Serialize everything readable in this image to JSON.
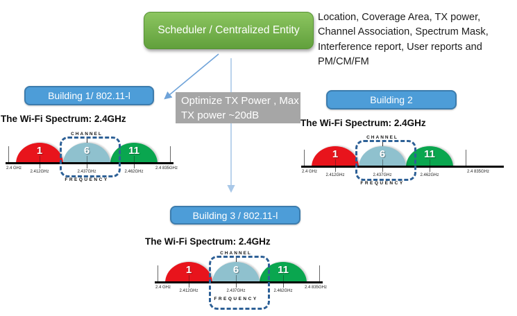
{
  "scheduler": {
    "label": "Scheduler / Centralized Entity"
  },
  "info_text": "Location, Coverage Area, TX power, Channel Association, Spectrum Mask, Interference report, User reports and PM/CM/FM",
  "optimize_box": {
    "line1": "Optimize TX Power , Max",
    "line2": "TX power ~20dB"
  },
  "buildings": [
    {
      "label": "Building 1/ 802.11-l"
    },
    {
      "label": "Building 2"
    },
    {
      "label": "Building 3 / 802.11-l"
    }
  ],
  "spectrum": {
    "title": "The Wi-Fi Spectrum: 2.4GHz",
    "channel_label": "CHANNEL",
    "frequency_label": "FREQUENCY",
    "band_start": "2.4 GHz",
    "band_end": "2.4 835GHz",
    "channels": [
      {
        "number": "1",
        "freq": "2.412GHz"
      },
      {
        "number": "6",
        "freq": "2.437GHz"
      },
      {
        "number": "11",
        "freq": "2.462GHz"
      }
    ],
    "highlighted_channel": "6"
  },
  "colors": {
    "scheduler_green_top": "#8CC560",
    "scheduler_green_bottom": "#61A03C",
    "scheduler_green_border": "#569135",
    "building_blue": "#4D9DD8",
    "building_blue_border": "#3C7CAD",
    "gray_box": "#A6A6A6",
    "channel1_red": "#E8141C",
    "channel6_teal": "#8FC1CE",
    "channel11_green": "#0AA64F",
    "highlight_blue": "#2D6096",
    "arrow_blue": "#6FA3D9",
    "arrow_light_blue": "#A9C8E8"
  }
}
